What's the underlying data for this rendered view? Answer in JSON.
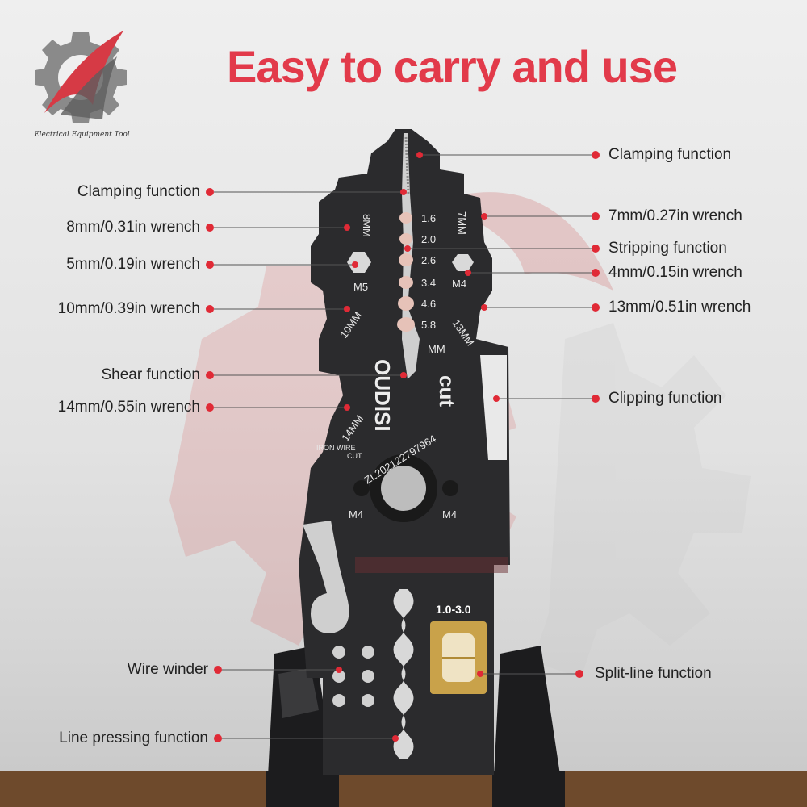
{
  "title": "Easy to carry and use",
  "logo": {
    "caption": "Electrical Equipment Tool"
  },
  "tool": {
    "brand": "OUDISI",
    "cut_label": "cut",
    "patent": "ZL202122797964",
    "iron_wire": "IRON WIRE",
    "iron_wire_cut": "CUT",
    "mm": "MM",
    "m4_left": "M4",
    "m4_right": "M4",
    "m4_top": "M4",
    "m5": "M5",
    "size_8mm": "8MM",
    "size_7mm": "7MM",
    "size_10mm": "10MM",
    "size_13mm": "13MM",
    "size_14mm": "14MM",
    "gauges": [
      "1.6",
      "2.0",
      "2.6",
      "3.4",
      "4.6",
      "5.8"
    ],
    "crimp_range": "1.0-3.0"
  },
  "callouts_left": [
    "Clamping function",
    "8mm/0.31in wrench",
    "5mm/0.19in wrench",
    "10mm/0.39in wrench",
    "Shear function",
    "14mm/0.55in wrench",
    "Wire winder",
    "Line pressing function"
  ],
  "callouts_right": [
    "Clamping function",
    "7mm/0.27in wrench",
    "Stripping function",
    "4mm/0.15in wrench",
    "13mm/0.51in wrench",
    "Clipping function",
    "Split-line function"
  ],
  "colors": {
    "accent": "#e23a4a",
    "dot": "#e02a36",
    "tool": "#2b2b2d"
  }
}
